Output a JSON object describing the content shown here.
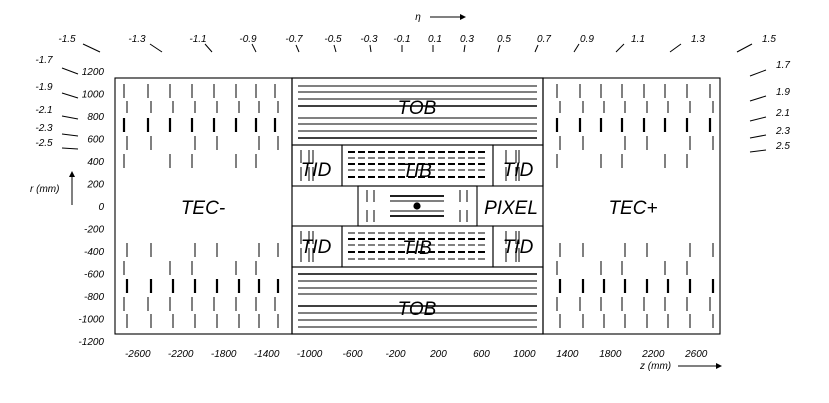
{
  "diagram": {
    "eta_symbol": "η",
    "eta_labels": [
      "-1.5",
      "-1.3",
      "-1.1",
      "-0.9",
      "-0.7",
      "-0.5",
      "-0.3",
      "-0.1",
      "0.1",
      "0.3",
      "0.5",
      "0.7",
      "0.9",
      "1.1",
      "1.3",
      "1.5"
    ],
    "eta_side_left": [
      "-1.7",
      "-1.9",
      "-2.1",
      "-2.3",
      "-2.5"
    ],
    "eta_side_right": [
      "1.7",
      "1.9",
      "2.1",
      "2.3",
      "2.5"
    ],
    "r_axis_title": "r (mm)",
    "r_ticks": [
      "1200",
      "1000",
      "800",
      "600",
      "400",
      "200",
      "0",
      "-200",
      "-400",
      "-600",
      "-800",
      "-1000",
      "-1200"
    ],
    "z_axis_title": "z (mm)",
    "z_ticks": [
      "-2600",
      "-2200",
      "-1800",
      "-1400",
      "-1000",
      "-600",
      "-200",
      "200",
      "600",
      "1000",
      "1400",
      "1800",
      "2200",
      "2600"
    ],
    "regions": {
      "tec_minus": "TEC-",
      "tec_plus": "TEC+",
      "tob_top": "TOB",
      "tob_bottom": "TOB",
      "tid_top_left": "TID",
      "tid_top_right": "TID",
      "tid_bottom_left": "TID",
      "tid_bottom_right": "TID",
      "tib_top": "TIB",
      "tib_bottom": "TIB",
      "pixel": "PIXEL"
    }
  }
}
